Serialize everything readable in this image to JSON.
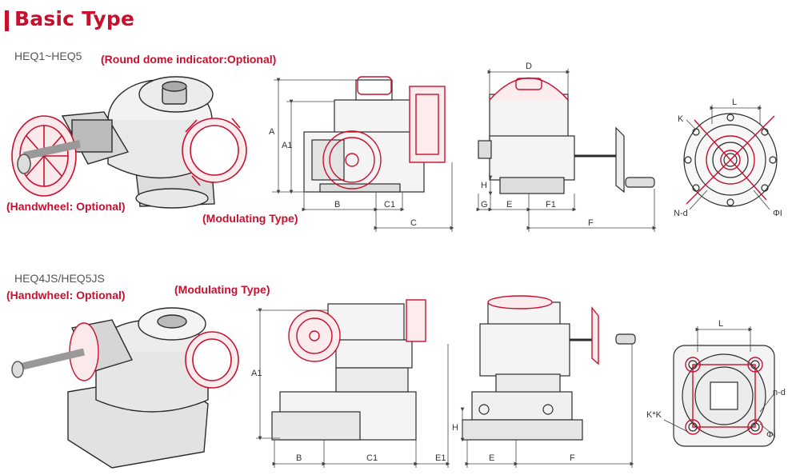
{
  "header": {
    "title": "Basic Type"
  },
  "section1": {
    "model": "HEQ1~HEQ5",
    "notes": {
      "dome": "(Round dome indicator:Optional)",
      "handwheel": "(Handwheel: Optional)",
      "modulating": "(Modulating Type)"
    },
    "dims": {
      "A": "A",
      "A1": "A1",
      "B": "B",
      "C1": "C1",
      "C": "C",
      "D": "D",
      "H": "H",
      "G": "G",
      "E": "E",
      "F1": "F1",
      "F": "F",
      "L": "L",
      "K": "K",
      "Nd": "N-d",
      "phiI": "ΦI"
    }
  },
  "section2": {
    "model": "HEQ4JS/HEQ5JS",
    "notes": {
      "handwheel": "(Handwheel: Optional)",
      "modulating": "(Modulating Type)"
    },
    "dims": {
      "A1": "A1",
      "B": "B",
      "C1": "C1",
      "E1": "E1",
      "H": "H",
      "E": "E",
      "F": "F",
      "L": "L",
      "KK": "K*K",
      "nd": "n-d",
      "phiI": "ΦI"
    }
  },
  "colors": {
    "accent": "#c8102e",
    "line": "#2b2b2b",
    "dim": "#444444"
  }
}
